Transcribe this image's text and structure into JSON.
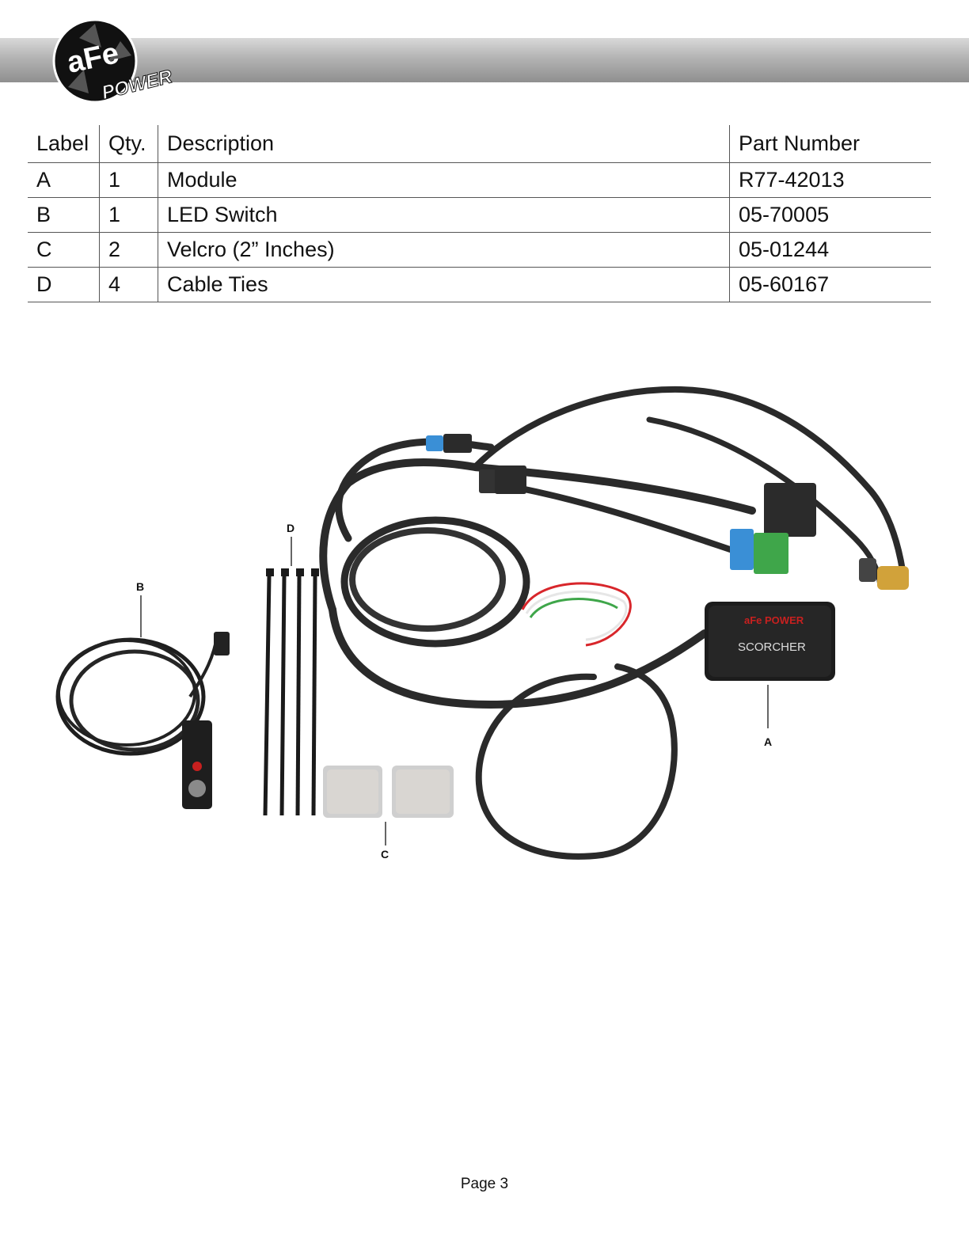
{
  "header": {
    "logo_text_top": "aFe",
    "logo_text_bottom": "POWER"
  },
  "parts_table": {
    "columns": [
      "Label",
      "Qty.",
      "Description",
      "Part Number"
    ],
    "rows": [
      {
        "label": "A",
        "qty": "1",
        "description": "Module",
        "part_number": "R77-42013"
      },
      {
        "label": "B",
        "qty": "1",
        "description": "LED Switch",
        "part_number": "05-70005"
      },
      {
        "label": "C",
        "qty": "2",
        "description": "Velcro (2” Inches)",
        "part_number": "05-01244"
      },
      {
        "label": "D",
        "qty": "4",
        "description": "Cable Ties",
        "part_number": "05-60167"
      }
    ]
  },
  "photo": {
    "callouts": [
      "A",
      "B",
      "C",
      "D"
    ],
    "module_brand": "aFe POWER",
    "module_label": "SCORCHER"
  },
  "footer": {
    "page_label": "Page 3"
  },
  "colors": {
    "header_bar": "#a6a6a6",
    "logo_black": "#111111",
    "connector_blue": "#3a8fd6",
    "connector_green": "#3fa64a",
    "wire_red": "#d8262b",
    "brand_red": "#c8201f"
  }
}
